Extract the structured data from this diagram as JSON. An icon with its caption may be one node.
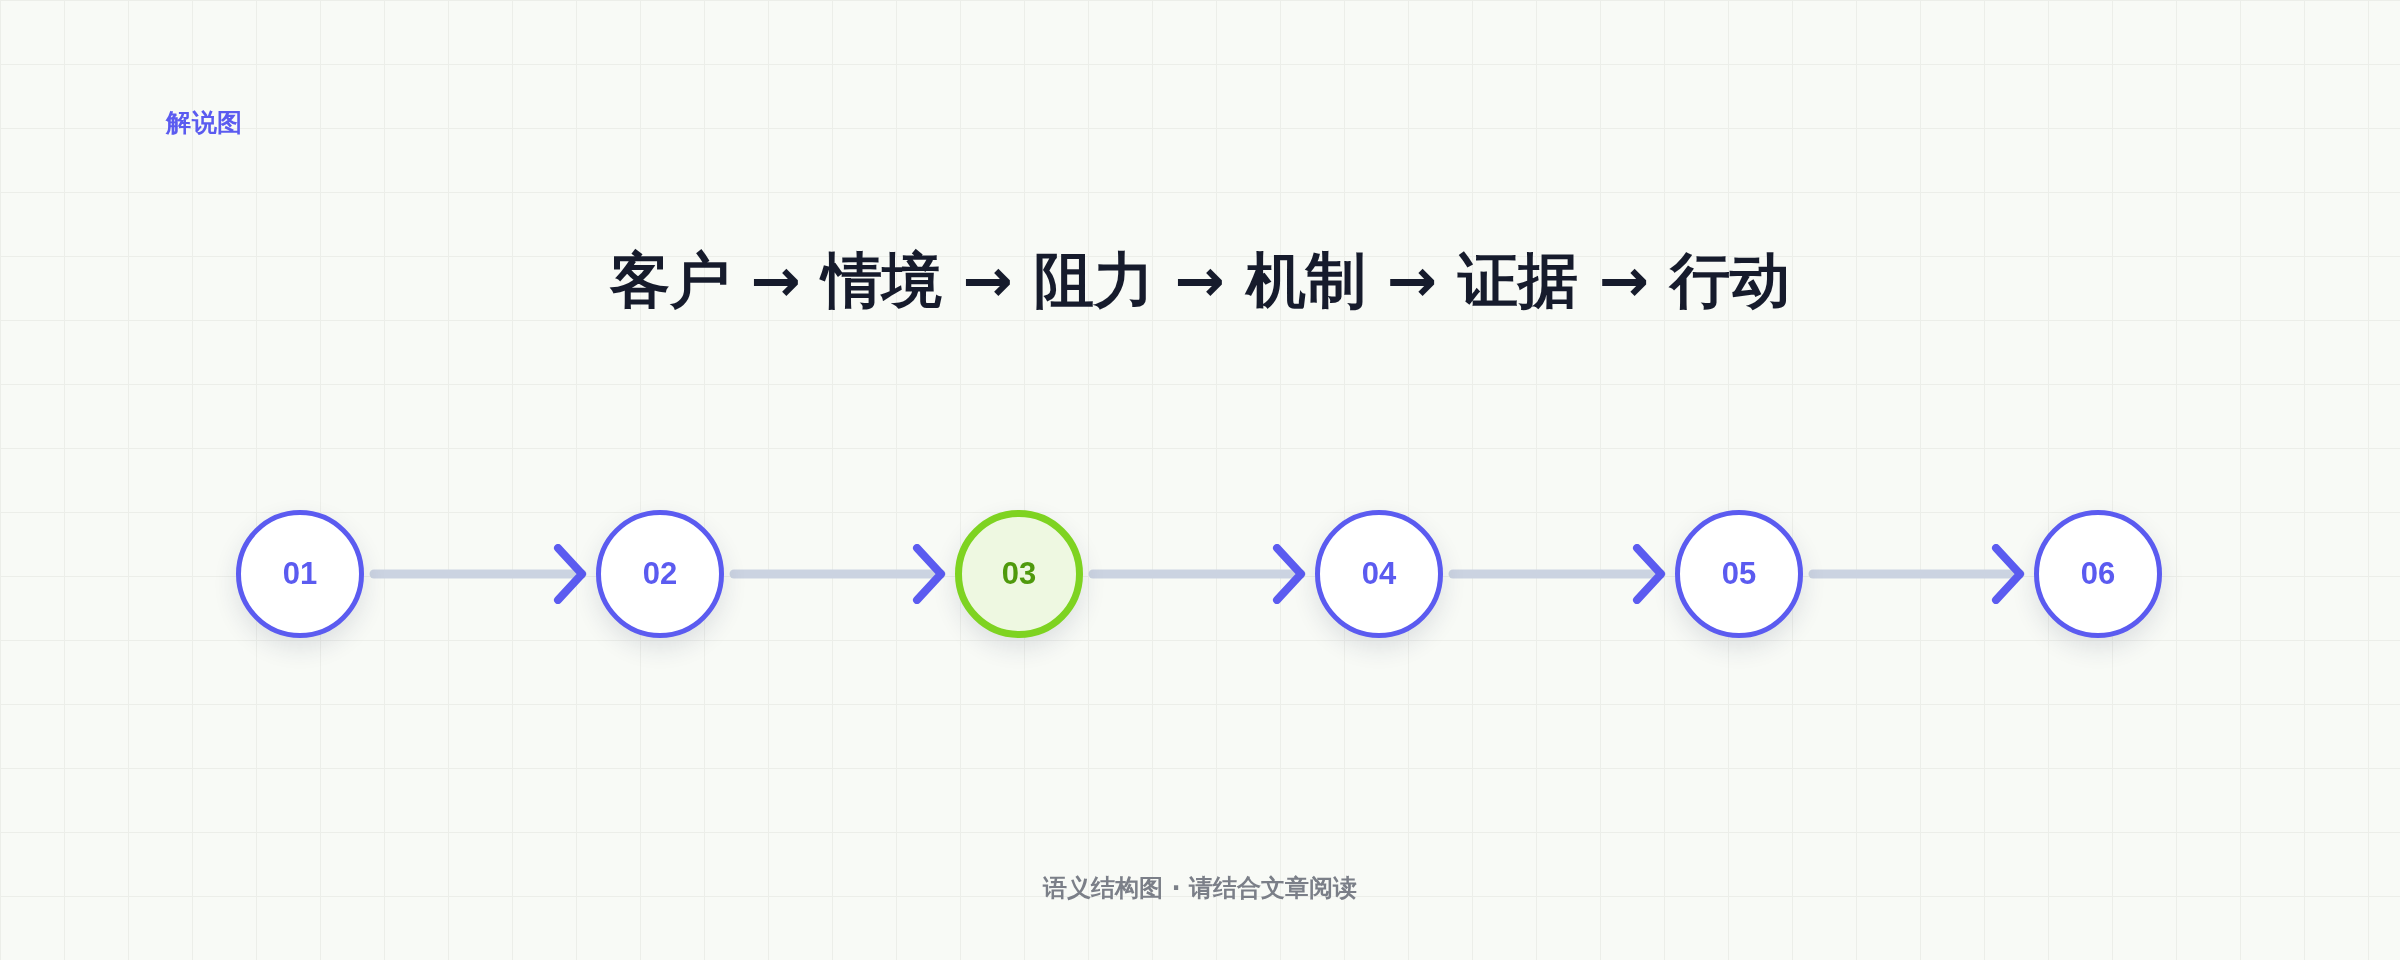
{
  "diagram": {
    "title": "客户 → 情境 → 阻力 → 机制 → 证据 → 行动",
    "caption": "语义结构图 · 请结合文章阅读",
    "nodes": [
      {
        "text": [
          "01"
        ]
      },
      {
        "text": [
          "02"
        ]
      },
      {
        "text": [
          "03"
        ]
      },
      {
        "text": [
          "04"
        ]
      },
      {
        "text": [
          "05"
        ]
      },
      {
        "text": [
          "06"
        ]
      }
    ],
    "edges": [
      {
        "from": 0,
        "to": 1,
        "arrow": "to"
      },
      {
        "from": 1,
        "to": 2,
        "arrow": "to"
      },
      {
        "from": 2,
        "to": 3,
        "arrow": "to"
      },
      {
        "from": 3,
        "to": 4,
        "arrow": "to"
      },
      {
        "from": 4,
        "to": 5,
        "arrow": "to"
      }
    ],
    "labels": [
      "解说图"
    ]
  }
}
